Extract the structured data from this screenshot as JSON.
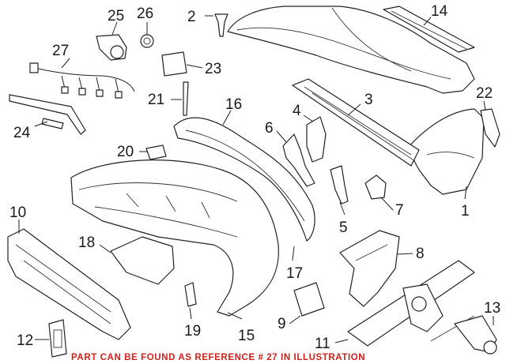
{
  "callouts": [
    {
      "id": "1",
      "label": "1"
    },
    {
      "id": "2",
      "label": "2"
    },
    {
      "id": "3",
      "label": "3"
    },
    {
      "id": "4",
      "label": "4"
    },
    {
      "id": "5",
      "label": "5"
    },
    {
      "id": "6",
      "label": "6"
    },
    {
      "id": "7",
      "label": "7"
    },
    {
      "id": "8",
      "label": "8"
    },
    {
      "id": "9",
      "label": "9"
    },
    {
      "id": "10",
      "label": "10"
    },
    {
      "id": "11",
      "label": "11"
    },
    {
      "id": "12",
      "label": "12"
    },
    {
      "id": "13",
      "label": "13"
    },
    {
      "id": "14",
      "label": "14"
    },
    {
      "id": "15",
      "label": "15"
    },
    {
      "id": "16",
      "label": "16"
    },
    {
      "id": "17",
      "label": "17"
    },
    {
      "id": "18",
      "label": "18"
    },
    {
      "id": "19",
      "label": "19"
    },
    {
      "id": "20",
      "label": "20"
    },
    {
      "id": "21",
      "label": "21"
    },
    {
      "id": "22",
      "label": "22"
    },
    {
      "id": "23",
      "label": "23"
    },
    {
      "id": "24",
      "label": "24"
    },
    {
      "id": "25",
      "label": "25"
    },
    {
      "id": "26",
      "label": "26"
    },
    {
      "id": "27",
      "label": "27"
    }
  ],
  "footer_note": "PART CAN BE FOUND AS REFERENCE # 27 IN ILLUSTRATION",
  "colors": {
    "note": "#d0201b",
    "line": "#222222",
    "background": "#ffffff"
  }
}
